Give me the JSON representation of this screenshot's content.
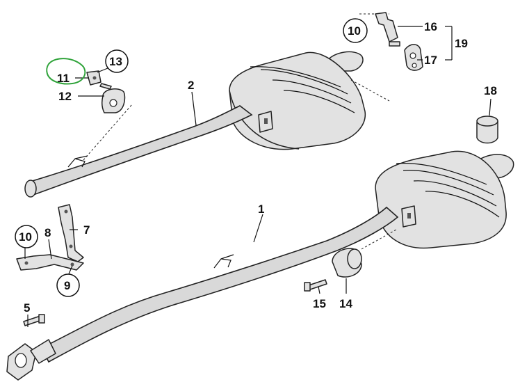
{
  "callouts": {
    "c1": "1",
    "c2": "2",
    "c5": "5",
    "c7": "7",
    "c8": "8",
    "c9": "9",
    "c10a": "10",
    "c10b": "10",
    "c11": "11",
    "c12": "12",
    "c13": "13",
    "c14": "14",
    "c15": "15",
    "c16": "16",
    "c17": "17",
    "c18": "18",
    "c19": "19"
  },
  "colors": {
    "line": "#222222",
    "part_fill": "#e2e2e2",
    "highlight": "#2fa33a"
  }
}
